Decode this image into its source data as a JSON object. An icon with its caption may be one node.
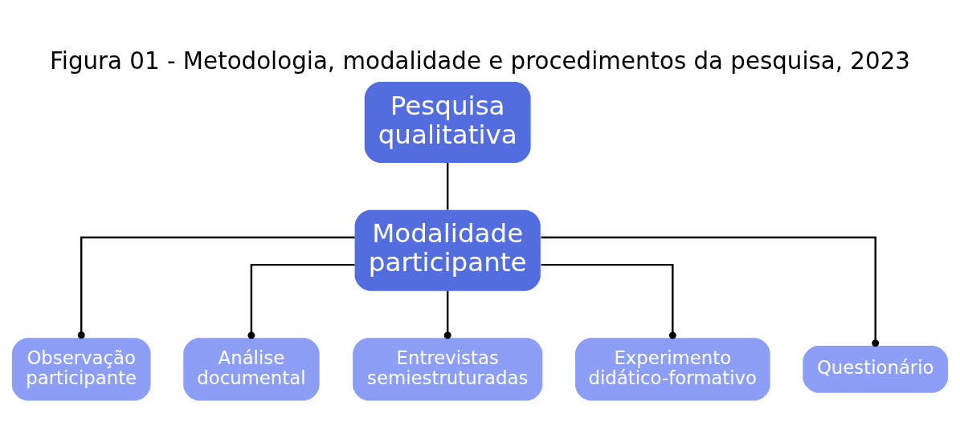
{
  "diagram": {
    "title": "Figura 01 - Metodologia, modalidade e procedimentos da pesquisa, 2023",
    "nodes": [
      {
        "text": [
          "Pesquisa qualitativa"
        ]
      },
      {
        "text": [
          "Modalidade participante"
        ]
      },
      {
        "text": [
          "Observação participante"
        ]
      },
      {
        "text": [
          "Análise documental"
        ]
      },
      {
        "text": [
          "Entrevistas semiestruturadas"
        ]
      },
      {
        "text": [
          "Experimento didático-formativo"
        ]
      },
      {
        "text": [
          "Questionário"
        ]
      }
    ],
    "edges": [
      {
        "from": 0,
        "to": 1,
        "arrow": "none"
      },
      {
        "from": 1,
        "to": 2,
        "arrow": "other"
      },
      {
        "from": 1,
        "to": 3,
        "arrow": "other"
      },
      {
        "from": 1,
        "to": 4,
        "arrow": "other"
      },
      {
        "from": 1,
        "to": 5,
        "arrow": "other"
      },
      {
        "from": 1,
        "to": 6,
        "arrow": "other"
      }
    ]
  }
}
